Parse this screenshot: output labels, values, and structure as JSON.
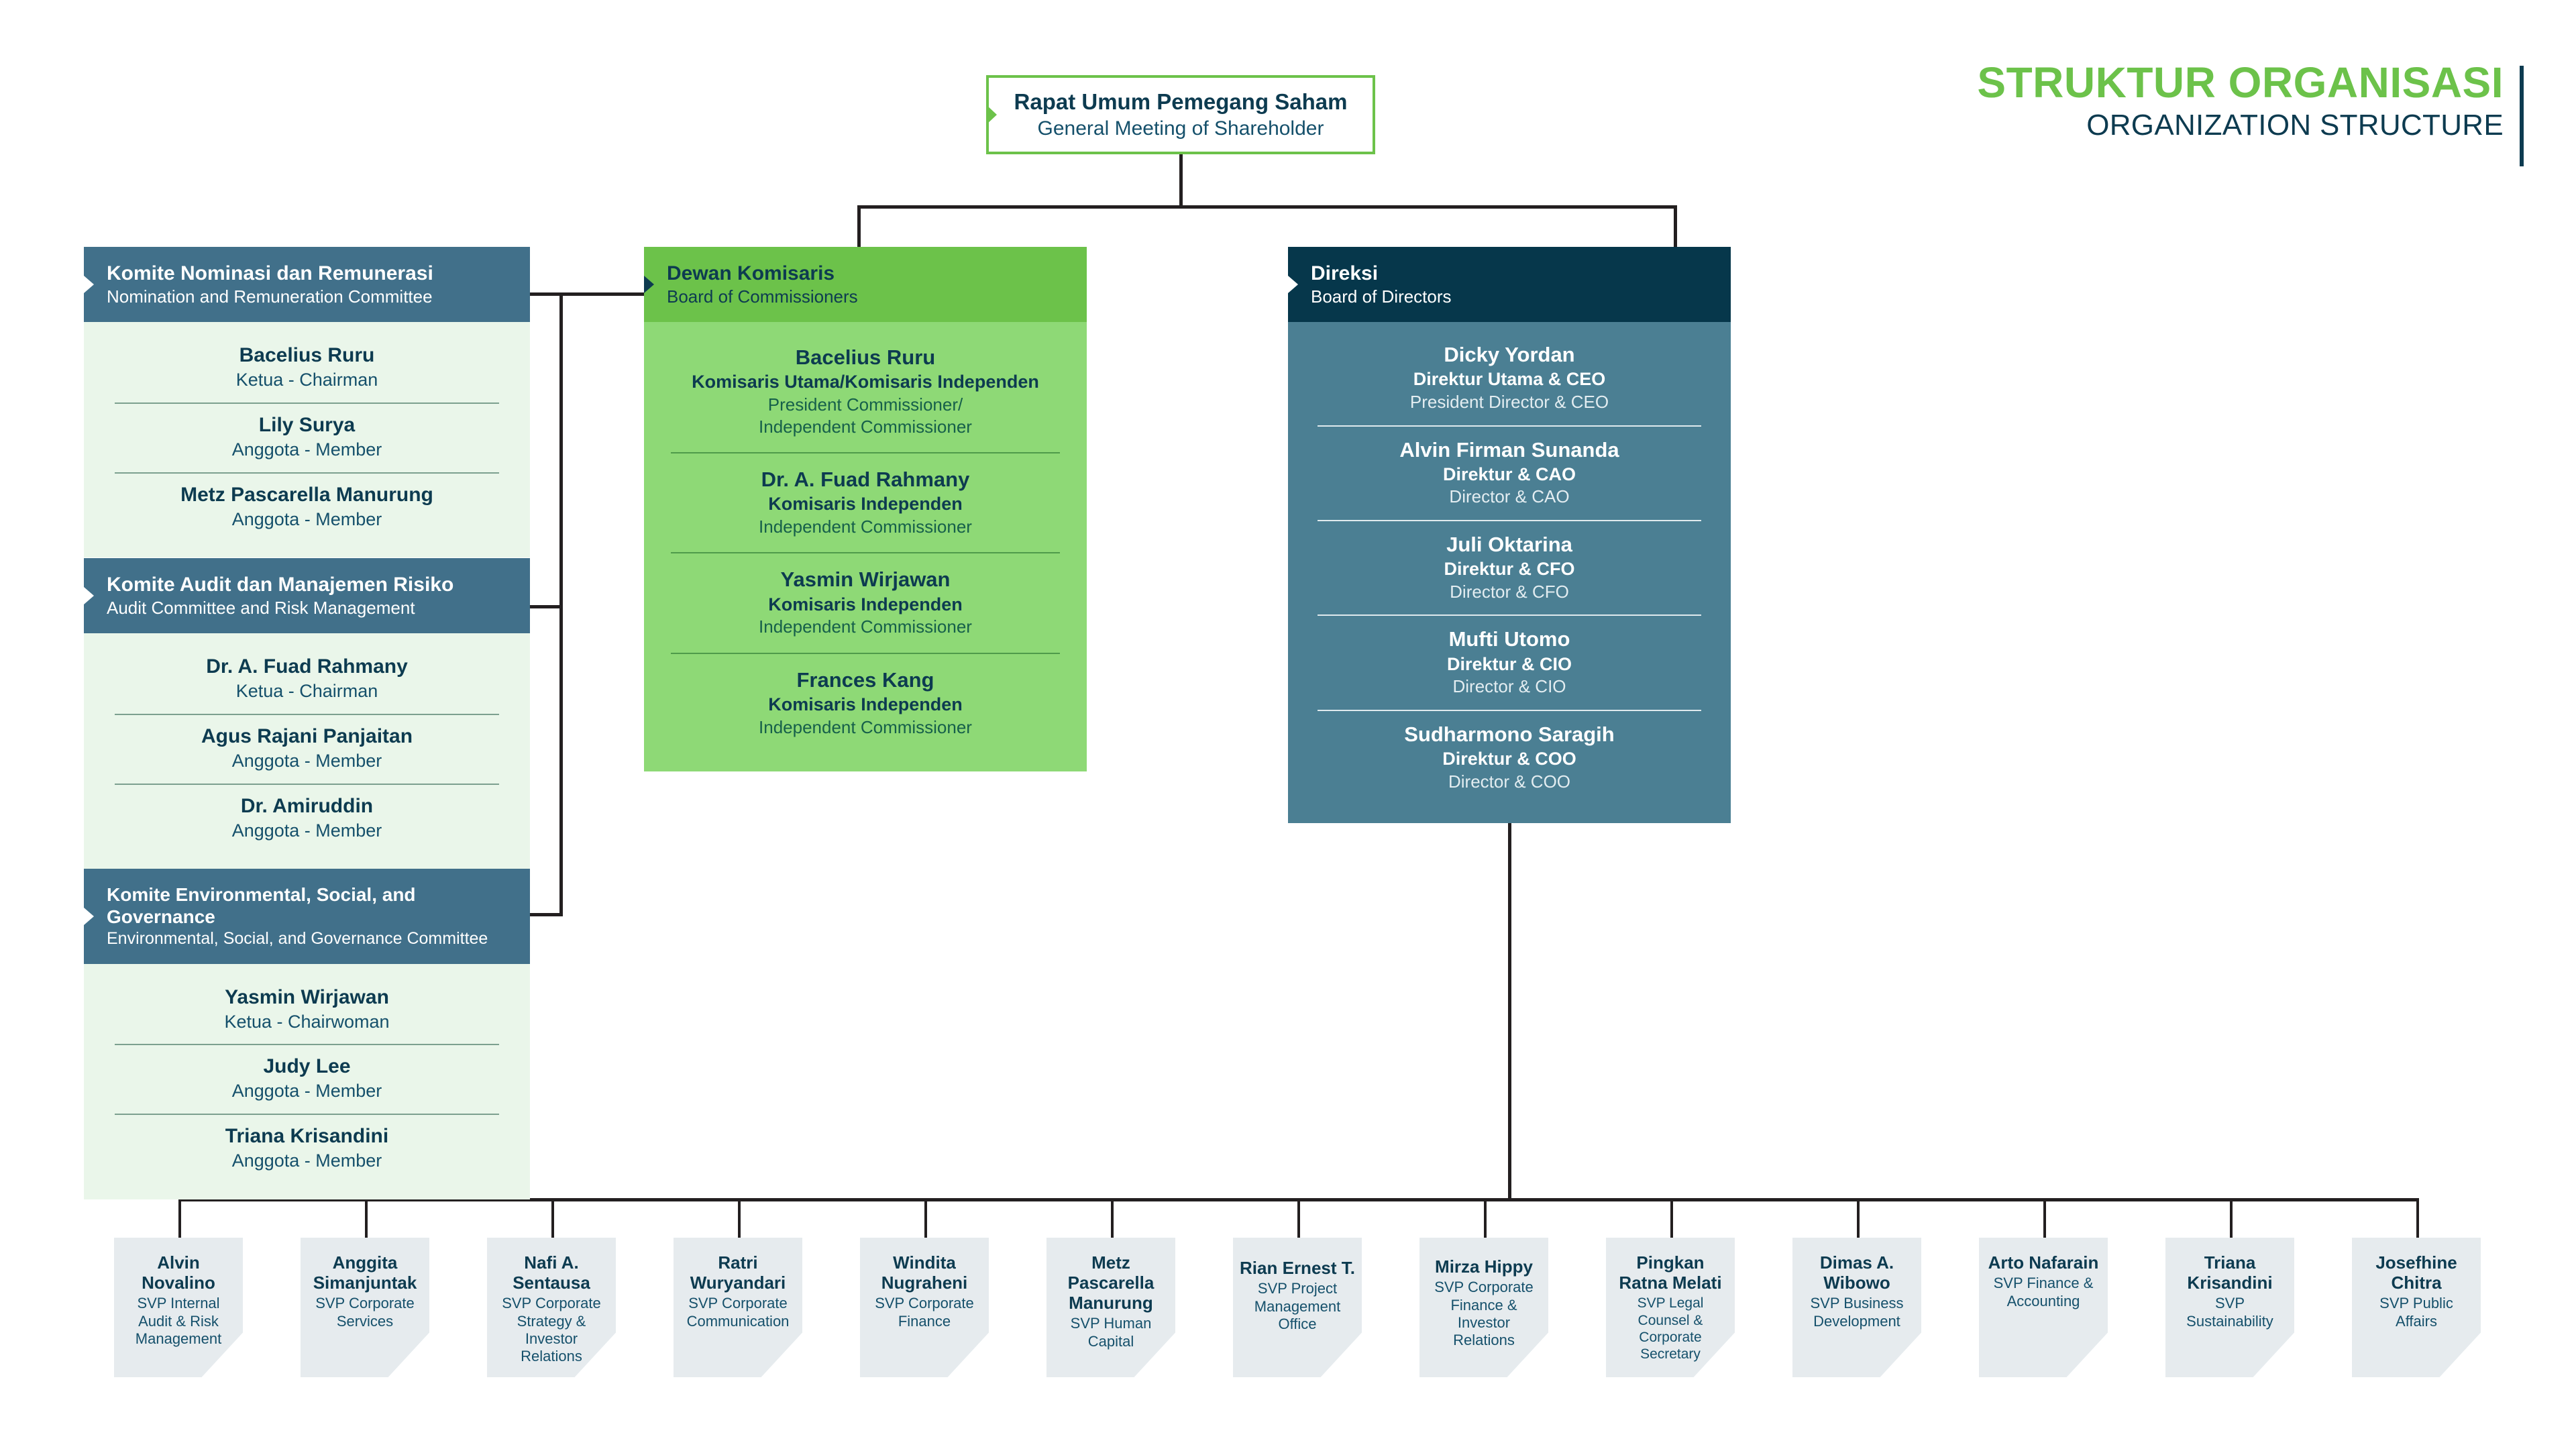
{
  "title": {
    "id": "STRUKTUR ORGANISASI",
    "en": "ORGANIZATION STRUCTURE"
  },
  "colors": {
    "green": "#6cc24a",
    "navy": "#0d3b50",
    "teal_head": "#41708a",
    "pale_green": "#eaf6ea",
    "dk_body": "#8ed976",
    "dir_head": "#06374b",
    "dir_body": "#4b7f93",
    "card_gray": "#e6ebee",
    "line": "#231f20"
  },
  "rups": {
    "id": "Rapat Umum Pemegang Saham",
    "en": "General Meeting of Shareholder"
  },
  "committees": [
    {
      "id": "Komite Nominasi dan Remunerasi",
      "en": "Nomination and Remuneration Committee",
      "members": [
        {
          "name": "Bacelius Ruru",
          "role": "Ketua - Chairman"
        },
        {
          "name": "Lily Surya",
          "role": "Anggota - Member"
        },
        {
          "name": "Metz Pascarella Manurung",
          "role": "Anggota - Member"
        }
      ]
    },
    {
      "id": "Komite Audit dan Manajemen Risiko",
      "en": "Audit Committee and Risk Management",
      "members": [
        {
          "name": "Dr. A. Fuad Rahmany",
          "role": "Ketua - Chairman"
        },
        {
          "name": "Agus Rajani Panjaitan",
          "role": "Anggota - Member"
        },
        {
          "name": "Dr. Amiruddin",
          "role": "Anggota - Member"
        }
      ]
    },
    {
      "id": "Komite Environmental, Social, and Governance",
      "en": "Environmental, Social, and Governance Committee",
      "members": [
        {
          "name": "Yasmin Wirjawan",
          "role": "Ketua - Chairwoman"
        },
        {
          "name": "Judy Lee",
          "role": "Anggota - Member"
        },
        {
          "name": "Triana Krisandini",
          "role": "Anggota - Member"
        }
      ]
    }
  ],
  "board_of_commissioners": {
    "id": "Dewan Komisaris",
    "en": "Board of Commissioners",
    "members": [
      {
        "name": "Bacelius Ruru",
        "role_id": "Komisaris Utama/Komisaris Independen",
        "role_en": "President Commissioner/\nIndependent Commissioner"
      },
      {
        "name": "Dr. A. Fuad Rahmany",
        "role_id": "Komisaris Independen",
        "role_en": "Independent Commissioner"
      },
      {
        "name": "Yasmin Wirjawan",
        "role_id": "Komisaris Independen",
        "role_en": "Independent Commissioner"
      },
      {
        "name": "Frances Kang",
        "role_id": "Komisaris Independen",
        "role_en": "Independent Commissioner"
      }
    ]
  },
  "board_of_directors": {
    "id": "Direksi",
    "en": "Board of Directors",
    "members": [
      {
        "name": "Dicky Yordan",
        "role_id": "Direktur Utama & CEO",
        "role_en": "President Director & CEO"
      },
      {
        "name": "Alvin Firman Sunanda",
        "role_id": "Direktur & CAO",
        "role_en": "Director & CAO"
      },
      {
        "name": "Juli Oktarina",
        "role_id": "Direktur & CFO",
        "role_en": "Director & CFO"
      },
      {
        "name": "Mufti Utomo",
        "role_id": "Direktur & CIO",
        "role_en": "Director & CIO"
      },
      {
        "name": "Sudharmono Saragih",
        "role_id": "Direktur & COO",
        "role_en": "Director & COO"
      }
    ]
  },
  "svps": [
    {
      "name": "Alvin Novalino",
      "title": "SVP Internal Audit  & Risk Management"
    },
    {
      "name": "Anggita Simanjuntak",
      "title": "SVP Corporate Services"
    },
    {
      "name": "Nafi A. Sentausa",
      "title": "SVP Corporate Strategy & Investor Relations"
    },
    {
      "name": "Ratri Wuryandari",
      "title": "SVP Corporate Communication"
    },
    {
      "name": "Windita Nugraheni",
      "title": "SVP Corporate Finance"
    },
    {
      "name": "Metz Pascarella Manurung",
      "title": "SVP Human Capital"
    },
    {
      "name": "Rian Ernest T.",
      "title": "SVP Project Management Office"
    },
    {
      "name": "Mirza Hippy",
      "title": "SVP Corporate Finance & Investor Relations"
    },
    {
      "name": "Pingkan Ratna Melati",
      "title": "SVP Legal Counsel & Corporate Secretary"
    },
    {
      "name": "Dimas A. Wibowo",
      "title": "SVP Business Development"
    },
    {
      "name": "Arto Nafarain",
      "title": "SVP Finance & Accounting"
    },
    {
      "name": "Triana Krisandini",
      "title": "SVP Sustainability"
    },
    {
      "name": "Josefhine Chitra",
      "title": "SVP Public Affairs"
    }
  ]
}
